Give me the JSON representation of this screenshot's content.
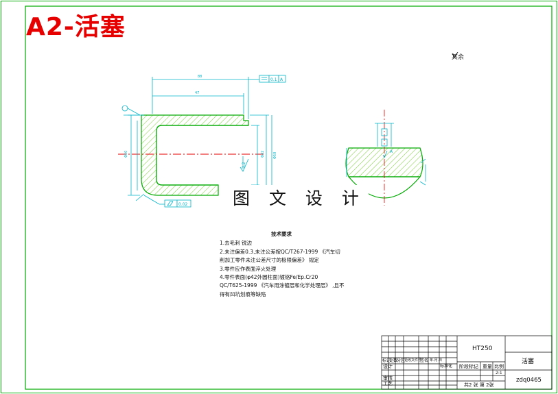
{
  "header": {
    "title": "A2-活塞"
  },
  "watermark": "图 文 设 计",
  "surface_finish": {
    "label": "其余",
    "icon": "roughness-symbol-icon"
  },
  "dimensions": {
    "geom_tolerance_1": "0.1",
    "datum_1": "A",
    "geom_tolerance_2": "0.02",
    "datum_section": "A",
    "roughness_value": "3.2"
  },
  "technical_requirements": {
    "heading": "技术要求",
    "lines": [
      "1.去毛刺 锐边",
      "2.未注偏差0.3,未注公差按QC/T267-1999 《汽车切",
      "削加工零件未注公差尺寸的极限偏差》 规定",
      "3.零件应作表面淬火处理",
      "4.零件表面(φ42外圆柱面)镀铬Fe/Ep.Cr20",
      "QC/T625-1999 《汽车用涂镀层和化学处理层》 ,且不",
      "得有凹坑划痕等缺陷"
    ]
  },
  "title_block": {
    "material": "HT250",
    "part_name": "活塞",
    "drawing_code": "zdq0465",
    "row_labels": [
      "标记",
      "处数",
      "分区",
      "更改文件号",
      "签名",
      "年.月.日"
    ],
    "designer_label": "设计",
    "standardize_label": "标准化",
    "review_label": "审核",
    "process_label": "工艺",
    "stage_mark_label": "阶段标记",
    "weight_label": "重量",
    "scale_label": "比例",
    "scale_value": "2:1",
    "sheet_info": "共2 张 第 2张"
  },
  "colors": {
    "frame": "#00aa00",
    "part_outline": "#00aa00",
    "dimension": "#00b4c8",
    "centerline": "#e60000",
    "hatch": "#7fcf3f",
    "title": "#e60000"
  }
}
